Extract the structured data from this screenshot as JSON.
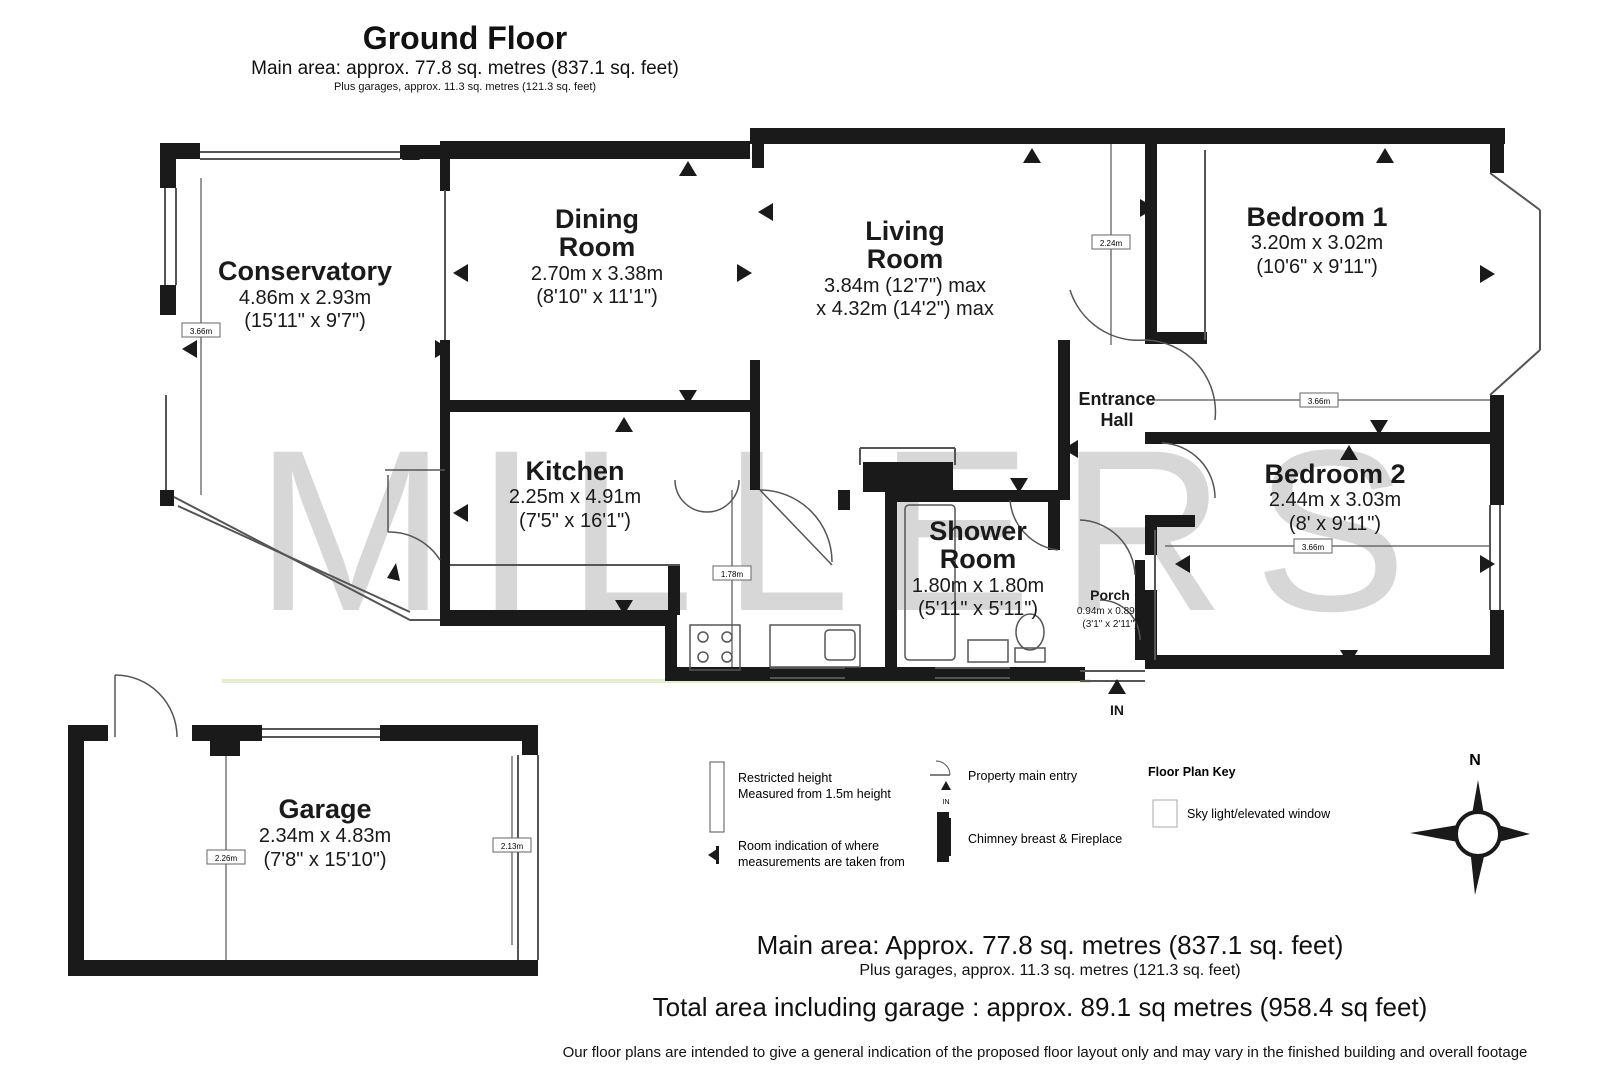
{
  "header": {
    "title": "Ground Floor",
    "main_area": "Main area: approx. 77.8 sq. metres (837.1 sq. feet)",
    "plus_garages": "Plus garages, approx. 11.3 sq. metres (121.3 sq. feet)"
  },
  "watermark": "MILLERS",
  "rooms": {
    "conservatory": {
      "name": "Conservatory",
      "metric": "4.86m x 2.93m",
      "imperial": "(15'11\" x 9'7\")"
    },
    "dining": {
      "name1": "Dining",
      "name2": "Room",
      "metric": "2.70m x 3.38m",
      "imperial": "(8'10\" x 11'1\")"
    },
    "living": {
      "name1": "Living",
      "name2": "Room",
      "metric": "3.84m (12'7\") max",
      "imperial": "x 4.32m (14'2\") max"
    },
    "bedroom1": {
      "name": "Bedroom 1",
      "metric": "3.20m x 3.02m",
      "imperial": "(10'6\" x 9'11\")"
    },
    "bedroom2": {
      "name": "Bedroom 2",
      "metric": "2.44m x 3.03m",
      "imperial": "(8' x 9'11\")"
    },
    "kitchen": {
      "name": "Kitchen",
      "metric": "2.25m x 4.91m",
      "imperial": "(7'5\" x 16'1\")"
    },
    "shower": {
      "name1": "Shower",
      "name2": "Room",
      "metric": "1.80m x 1.80m",
      "imperial": "(5'11\" x 5'11\")"
    },
    "entrance": {
      "name1": "Entrance",
      "name2": "Hall"
    },
    "porch": {
      "name": "Porch",
      "metric": "0.94m x 0.89m",
      "imperial": "(3'1\" x 2'11\")"
    },
    "garage": {
      "name": "Garage",
      "metric": "2.34m x 4.83m",
      "imperial": "(7'8\" x 15'10\")"
    }
  },
  "height_tags": {
    "conservatory": "3.66m",
    "living": "2.24m",
    "hall": "3.66m",
    "bedroom2": "3.66m",
    "kitchen": "1.78m",
    "garage_left": "2.26m",
    "garage_right": "2.13m"
  },
  "entry_label": "IN",
  "key": {
    "title": "Floor Plan Key",
    "restricted_1": "Restricted height",
    "restricted_2": "Measured from 1.5m height",
    "room_ind_1": "Room indication of where",
    "room_ind_2": "measurements are taken from",
    "main_entry": "Property main entry",
    "chimney": "Chimney breast & Fireplace",
    "skylight": "Sky light/elevated window",
    "entry_icon_label": "IN"
  },
  "compass_label": "N",
  "footer": {
    "main_area": "Main area: Approx. 77.8 sq. metres (837.1 sq. feet)",
    "plus_garages": "Plus garages, approx. 11.3 sq. metres (121.3 sq. feet)",
    "total": "Total area including garage : approx. 89.1 sq metres (958.4 sq feet)",
    "disclaimer": "Our floor plans are intended to give a general indication of the proposed floor layout only and may vary in the finished building and overall footage"
  }
}
